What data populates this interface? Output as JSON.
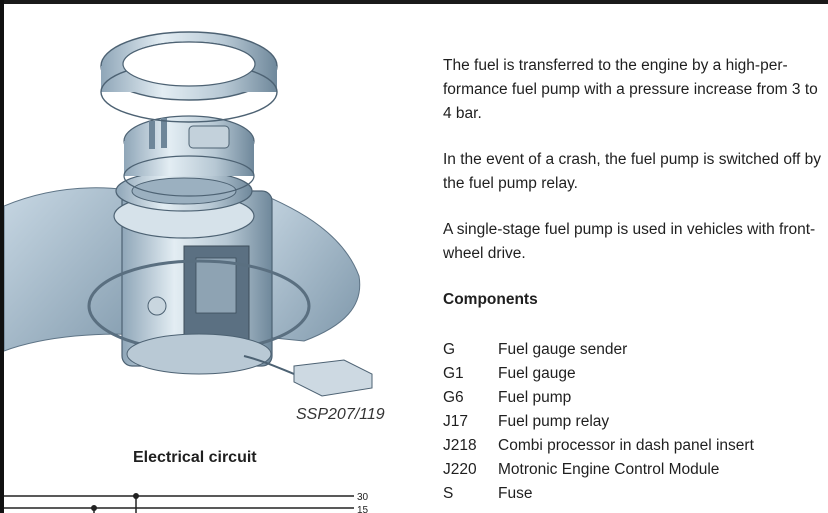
{
  "figure": {
    "caption": "SSP207/119",
    "section_title": "Electrical circuit",
    "circuit_labels": [
      "30",
      "15"
    ]
  },
  "body": {
    "paragraphs": [
      "The fuel is transferred to the engine by a high-per-formance fuel pump with a pressure increase from 3 to 4 bar.",
      "In the event of a crash, the fuel pump is switched off by the fuel pump relay.",
      "A single-stage fuel pump is used in vehicles with front-wheel drive."
    ],
    "components_heading": "Components",
    "components": [
      {
        "code": "G",
        "desc": "Fuel gauge sender"
      },
      {
        "code": "G1",
        "desc": "Fuel gauge"
      },
      {
        "code": "G6",
        "desc": "Fuel pump"
      },
      {
        "code": "J17",
        "desc": "Fuel pump relay"
      },
      {
        "code": "J218",
        "desc": "Combi processor in dash panel insert"
      },
      {
        "code": "J220",
        "desc": "Motronic Engine Control Module"
      },
      {
        "code": "S",
        "desc": "Fuse"
      }
    ]
  }
}
